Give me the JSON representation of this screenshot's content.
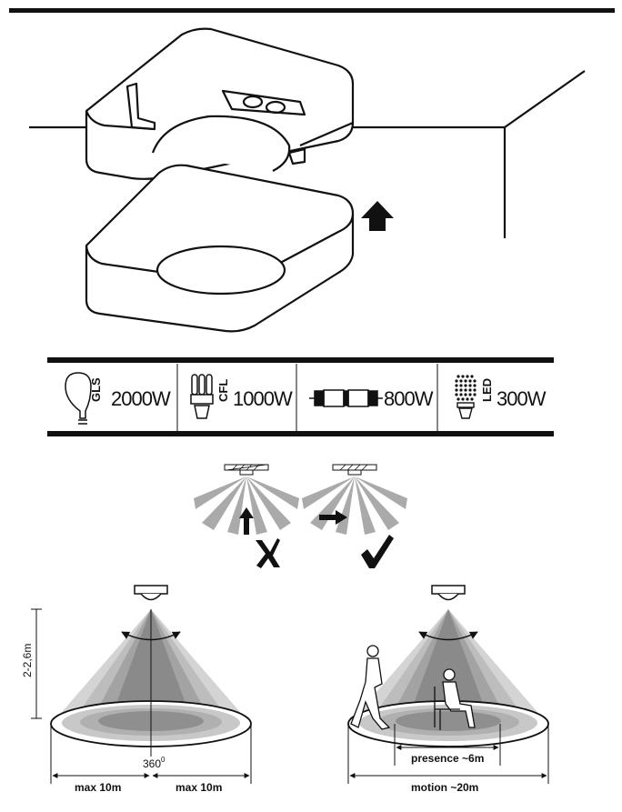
{
  "lamp_table": {
    "cells": [
      {
        "type": "GLS",
        "watts": "2000W",
        "icon": "bulb-icon"
      },
      {
        "type": "CFL",
        "watts": "1000W",
        "icon": "cfl-lamp-icon"
      },
      {
        "type": "",
        "watts": "800W",
        "icon": "fluorescent-tube-icon"
      },
      {
        "type": "LED",
        "watts": "300W",
        "icon": "led-lamp-icon"
      }
    ]
  },
  "motion_direction": {
    "wrong": {
      "icon": "cross-icon"
    },
    "right": {
      "icon": "checkmark-icon"
    }
  },
  "detection": {
    "height": "2-2,6m",
    "angle": "360",
    "angle_superscript": "0",
    "max_left": "max 10m",
    "max_right": "max 10m",
    "presence": "presence ~6m",
    "motion": "motion ~20m"
  }
}
